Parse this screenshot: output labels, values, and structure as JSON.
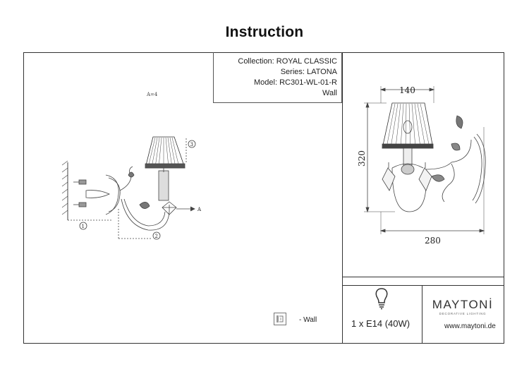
{
  "title": "Instruction",
  "info": {
    "collection": "Collection: ROYAL CLASSIC",
    "series": "Series: LATONA",
    "model": "Model: RC301-WL-01-R",
    "mount": "Wall"
  },
  "assembly": {
    "count_label": "A=4",
    "markers": [
      "1",
      "2",
      "3"
    ],
    "arrow_label": "A"
  },
  "dimensions": {
    "shade_width": "140",
    "height": "320",
    "width": "280"
  },
  "legend": {
    "wall_label": "- Wall"
  },
  "bulb": {
    "spec": "1 x E14 (40W)",
    "icon": "lightbulb-icon"
  },
  "brand": {
    "name": "MAYTONİ",
    "tagline": "DECORATIVE LIGHTING",
    "website": "www.maytoni.de"
  }
}
